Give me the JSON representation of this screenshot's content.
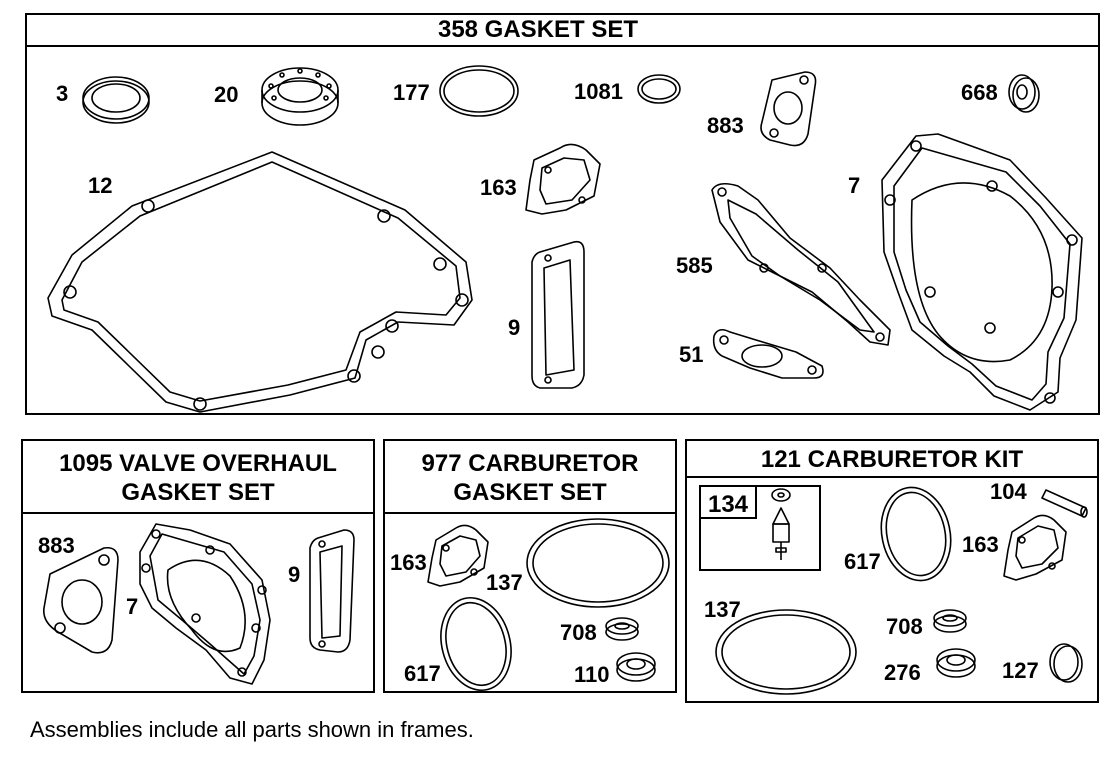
{
  "frames": {
    "gasket_set": {
      "title": "358 GASKET SET"
    },
    "valve_overhaul": {
      "title_line1": "1095 VALVE OVERHAUL",
      "title_line2": "GASKET SET"
    },
    "carb_gasket": {
      "title_line1": "977 CARBURETOR",
      "title_line2": "GASKET SET"
    },
    "carb_kit": {
      "title": "121 CARBURETOR KIT",
      "sub_box": "134"
    }
  },
  "labels": {
    "gasket_set": {
      "p3": "3",
      "p20": "20",
      "p177": "177",
      "p1081": "1081",
      "p883": "883",
      "p668": "668",
      "p12": "12",
      "p163": "163",
      "p7": "7",
      "p585": "585",
      "p9": "9",
      "p51": "51"
    },
    "valve_overhaul": {
      "p883": "883",
      "p7": "7",
      "p9": "9"
    },
    "carb_gasket": {
      "p163": "163",
      "p137": "137",
      "p708": "708",
      "p617": "617",
      "p110": "110"
    },
    "carb_kit": {
      "p104": "104",
      "p617": "617",
      "p163": "163",
      "p137": "137",
      "p708": "708",
      "p276": "276",
      "p127": "127"
    }
  },
  "footer": "Assemblies include all parts shown in frames."
}
